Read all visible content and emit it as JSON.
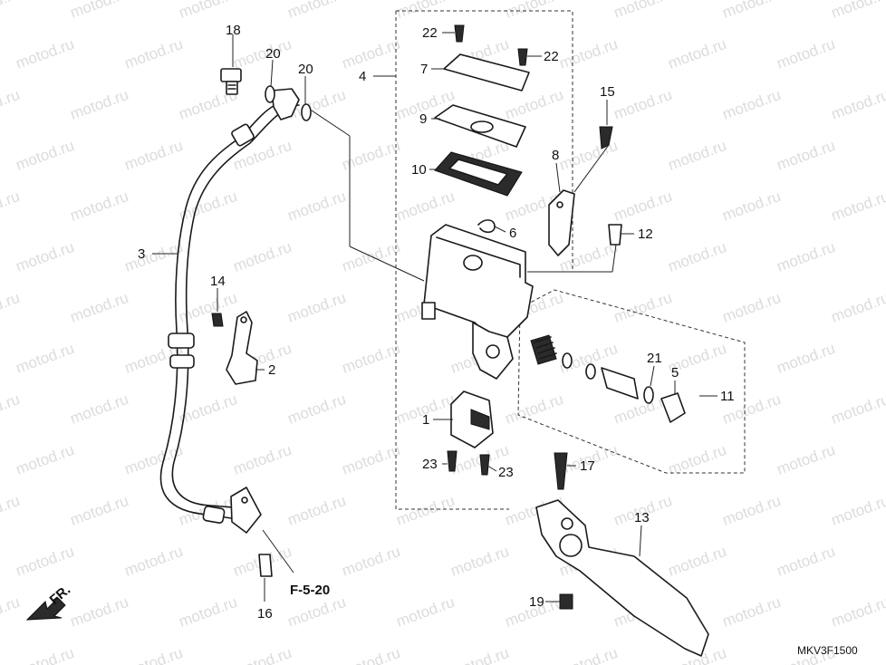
{
  "diagram": {
    "watermark_text": "motod.ru",
    "figure_code": "MKV3F1500",
    "reference": "F-5-20",
    "direction_label": "FR.",
    "callouts": {
      "c1": "1",
      "c2": "2",
      "c3": "3",
      "c4": "4",
      "c5": "5",
      "c6": "6",
      "c7": "7",
      "c8": "8",
      "c9": "9",
      "c10": "10",
      "c11": "11",
      "c12": "12",
      "c13": "13",
      "c14": "14",
      "c15": "15",
      "c16": "16",
      "c17": "17",
      "c18": "18",
      "c19": "19",
      "c20a": "20",
      "c20b": "20",
      "c21": "21",
      "c22a": "22",
      "c22b": "22",
      "c23a": "23",
      "c23b": "23"
    }
  }
}
